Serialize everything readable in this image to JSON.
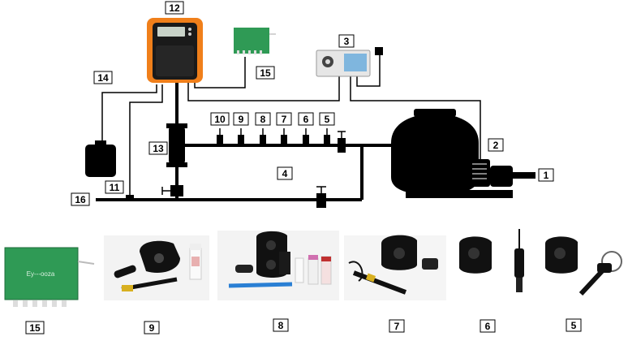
{
  "labels": {
    "n1": "1",
    "n2": "2",
    "n3": "3",
    "n4": "4",
    "n5": "5",
    "n6": "6",
    "n7": "7",
    "n8": "8",
    "n9": "9",
    "n10": "10",
    "n11": "11",
    "n12": "12",
    "n13": "13",
    "n14": "14",
    "n15": "15",
    "n16": "16"
  },
  "controller_screen_text": "",
  "photo_module_label": "Ey---ooza",
  "photo_captions": {
    "c15": "15",
    "c9": "9",
    "c8": "8",
    "c7": "7",
    "c6": "6",
    "c5": "5"
  },
  "colors": {
    "line": "#000000",
    "controller_orange": "#f07f1a",
    "controller_body": "#1a1a1a",
    "module_green": "#2f9a55",
    "panel_grey": "#e6e6e6",
    "panel_blue": "#7fb6de",
    "probe_black": "#111111",
    "probe_yellow": "#d8b020",
    "probe_blue": "#2a7fd4",
    "probe_red": "#c03030"
  }
}
